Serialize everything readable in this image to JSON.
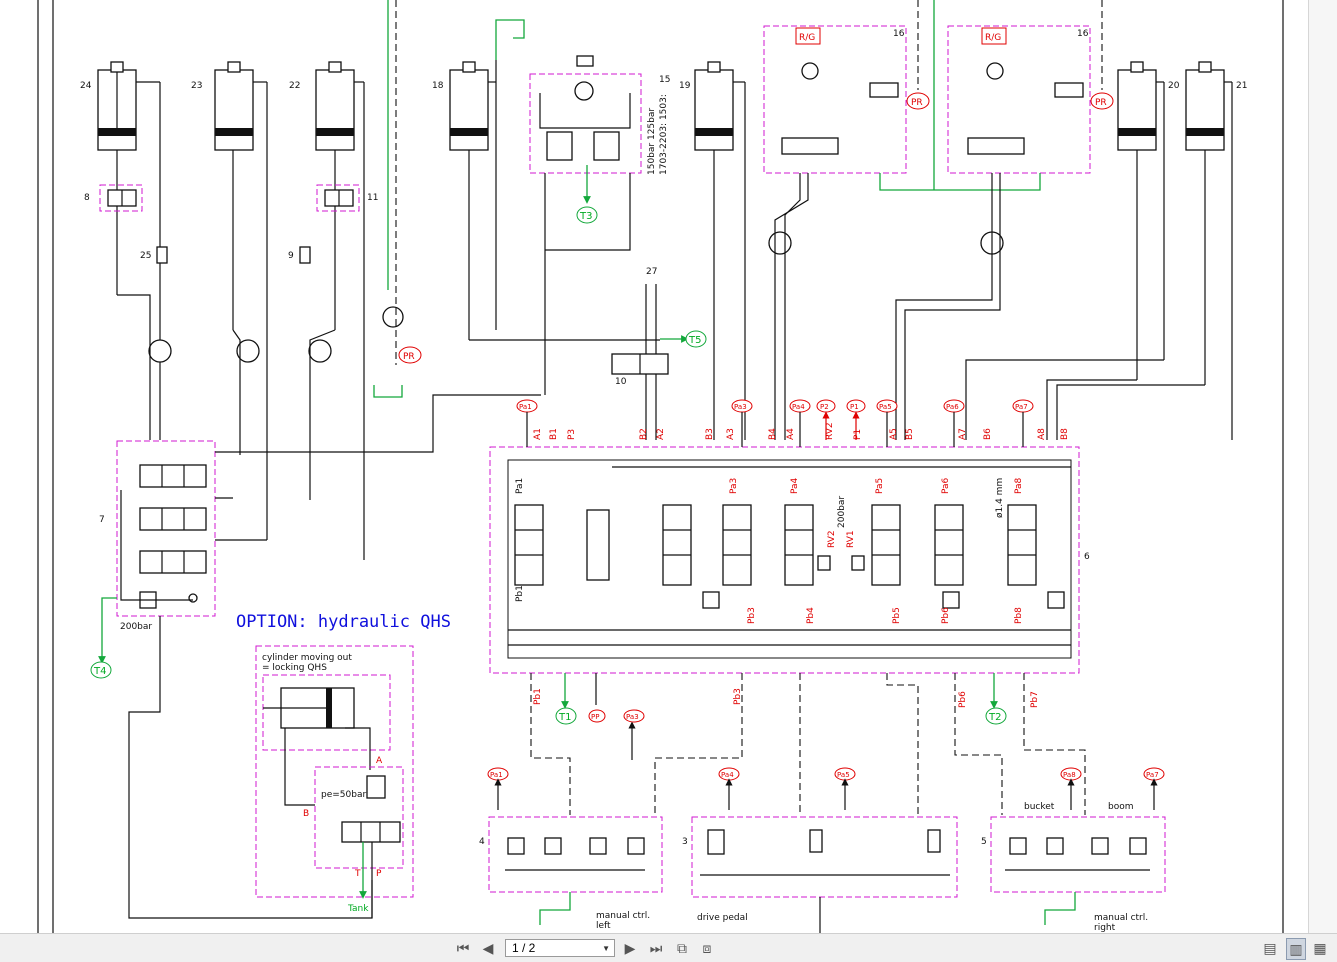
{
  "diagram": {
    "option_title": "OPTION: hydraulic QHS",
    "qhs_caption_1": "cylinder moving out",
    "qhs_caption_2": "= locking QHS",
    "qhs_pe": "pe=50bar",
    "qhs_port_a": "A",
    "qhs_port_b": "B",
    "qhs_port_t": "T",
    "qhs_port_p": "P",
    "qhs_tank": "Tank",
    "valve7_pressure": "200bar",
    "valve6_pressure": "200bar",
    "valve15_pressure": "150bar  125bar",
    "valve15_series": "1703-2203: 1503:",
    "manual_left_1": "manual ctrl.",
    "manual_left_2": "left",
    "drive_pedal": "drive pedal",
    "manual_right_1": "manual ctrl.",
    "manual_right_2": "right",
    "bucket": "bucket",
    "boom": "boom",
    "rg1": "R/G",
    "rg2": "R/G",
    "pr1": "PR",
    "pr2": "PR",
    "pr3": "PR",
    "t1": "T1",
    "t2": "T2",
    "t3": "T3",
    "t4": "T4",
    "t5": "T5",
    "pp": "PP",
    "restrictor_note": "ø1.4 mm",
    "cylinder_numbers": [
      "24",
      "23",
      "22",
      "18",
      "19",
      "20",
      "21"
    ],
    "component_numbers": [
      "8",
      "11",
      "25",
      "9",
      "15",
      "16",
      "16",
      "27",
      "10",
      "7",
      "6",
      "4",
      "3",
      "5"
    ],
    "valve_ports": [
      "A1",
      "B1",
      "P3",
      "B2",
      "A2",
      "B3",
      "A3",
      "B4",
      "A4",
      "RV2",
      "P1",
      "A5",
      "B5",
      "A7",
      "B6",
      "A8",
      "B8"
    ],
    "top_pilot_tags": [
      "Pa1",
      "Pa3",
      "Pa4",
      "P2",
      "P1",
      "Pa5",
      "Pa6",
      "Pa7"
    ],
    "section_pilots": [
      "Pa1",
      "Pb1",
      "Pa3",
      "Pb3",
      "Pa4",
      "Pb4",
      "Pa5",
      "Pb5",
      "Pa6",
      "Pb6",
      "Pa8",
      "Pb8"
    ],
    "bottom_pilots": [
      "Pb1",
      "Pb3",
      "Pb6",
      "Pb7",
      "Pa3"
    ],
    "remote_tags": [
      "Pa1",
      "Pa4",
      "Pa5",
      "Pa8",
      "Pa7"
    ],
    "relief_labels": [
      "RV2",
      "RV1"
    ]
  },
  "toolbar": {
    "page_indicator": "1 / 2"
  }
}
